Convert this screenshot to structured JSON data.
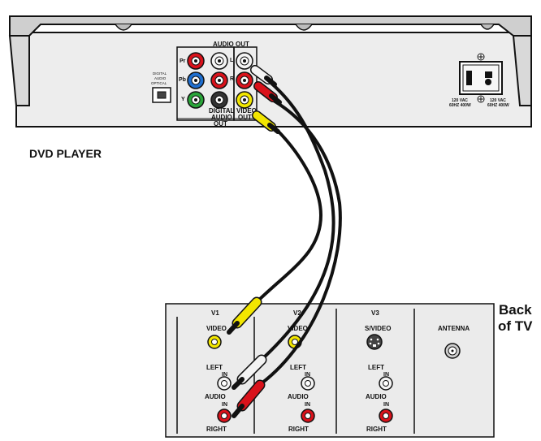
{
  "dvd_player": {
    "label": "DVD PLAYER",
    "outputs": {
      "audio_out": "AUDIO OUT",
      "audio_l": "L",
      "audio_r": "R",
      "digital_audio_out_line1": "DIGITAL",
      "digital_audio_out_line2": "AUDIO",
      "digital_audio_out_line3": "OUT",
      "video_out_line1": "VIDEO",
      "video_out_line2": "OUT",
      "component_pr": "Pr",
      "component_pb": "Pb",
      "component_y": "Y",
      "optical_line1": "DIGITAL",
      "optical_line2": "AUDIO",
      "optical_line3": "OPTICAL"
    },
    "power": {
      "left_line1": "120 VAC",
      "left_line2": "60HZ 400W",
      "right_line1": "120 VAC",
      "right_line2": "60HZ 400W"
    }
  },
  "tv": {
    "label_line1": "Back",
    "label_line2": "of TV",
    "inputs": [
      {
        "name": "V1",
        "video": "VIDEO",
        "left": "LEFT",
        "in_a": "IN",
        "audio": "AUDIO",
        "in_b": "IN",
        "right": "RIGHT"
      },
      {
        "name": "V2",
        "video": "VIDEO",
        "left": "LEFT",
        "in_a": "IN",
        "audio": "AUDIO",
        "in_b": "IN",
        "right": "RIGHT"
      },
      {
        "name": "V3",
        "video": "S/VIDEO",
        "left": "LEFT",
        "in_a": "IN",
        "audio": "AUDIO",
        "in_b": "IN",
        "right": "RIGHT"
      }
    ],
    "antenna": "ANTENNA"
  },
  "colors": {
    "video_yellow": "#f2e600",
    "audio_red": "#d9121b",
    "audio_white": "#f4f4f4",
    "component_green": "#2aa53a",
    "component_blue": "#1f6fd0",
    "cable_black": "#111111",
    "panel_gray": "#e9e9e9"
  }
}
